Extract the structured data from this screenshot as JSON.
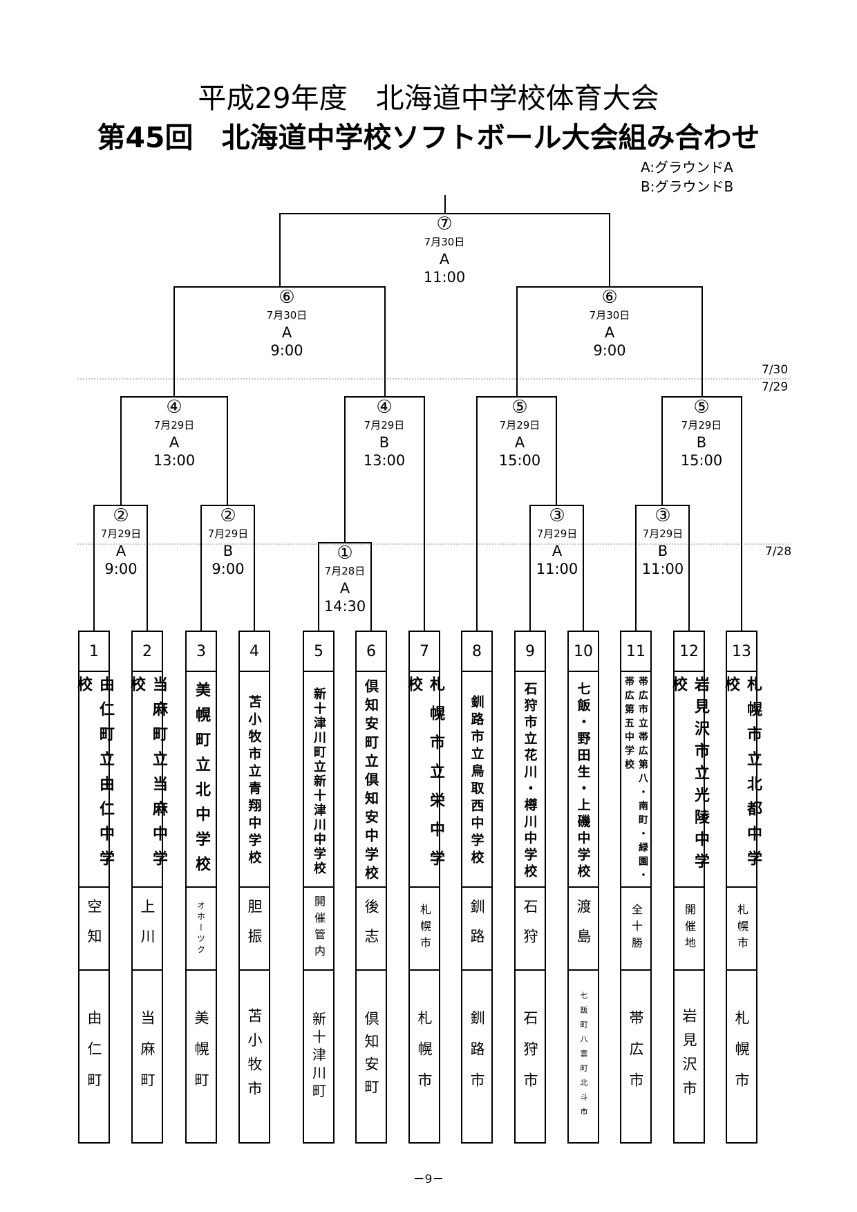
{
  "header": {
    "title_line1": "平成29年度　北海道中学校体育大会",
    "title_line2": "第45回　北海道中学校ソフトボール大会組み合わせ",
    "legend_a": "A:グラウンドA",
    "legend_b": "B:グラウンドB"
  },
  "day_labels": {
    "d730": "7/30",
    "d729": "7/29",
    "d728": "7/28"
  },
  "matches": [
    {
      "num": "①",
      "date": "7月28日",
      "ground": "A",
      "time": "14:30"
    },
    {
      "num": "②",
      "date": "7月29日",
      "ground": "A",
      "time": "9:00"
    },
    {
      "num": "②",
      "date": "7月29日",
      "ground": "B",
      "time": "9:00"
    },
    {
      "num": "③",
      "date": "7月29日",
      "ground": "A",
      "time": "11:00"
    },
    {
      "num": "③",
      "date": "7月29日",
      "ground": "B",
      "time": "11:00"
    },
    {
      "num": "④",
      "date": "7月29日",
      "ground": "A",
      "time": "13:00"
    },
    {
      "num": "④",
      "date": "7月29日",
      "ground": "B",
      "time": "13:00"
    },
    {
      "num": "⑤",
      "date": "7月29日",
      "ground": "A",
      "time": "15:00"
    },
    {
      "num": "⑤",
      "date": "7月29日",
      "ground": "B",
      "time": "15:00"
    },
    {
      "num": "⑥",
      "date": "7月30日",
      "ground": "A",
      "time": "9:00"
    },
    {
      "num": "⑥",
      "date": "7月30日",
      "ground": "A",
      "time": "9:00"
    },
    {
      "num": "⑦",
      "date": "7月30日",
      "ground": "A",
      "time": "11:00"
    }
  ],
  "teams": [
    {
      "no": "1",
      "name": "由仁町立由仁中学校",
      "region": "空知",
      "town": "由仁町"
    },
    {
      "no": "2",
      "name": "当麻町立当麻中学校",
      "region": "上川",
      "town": "当麻町"
    },
    {
      "no": "3",
      "name": "美幌町立北中学校",
      "region": "オホーツク",
      "town": "美幌町"
    },
    {
      "no": "4",
      "name": "苫小牧市立青翔中学校",
      "region": "胆振",
      "town": "苫小牧市"
    },
    {
      "no": "5",
      "name": "新十津川町立新十津川中学校",
      "region": "開催管内",
      "town": "新十津川町"
    },
    {
      "no": "6",
      "name": "倶知安町立倶知安中学校",
      "region": "後志",
      "town": "倶知安町"
    },
    {
      "no": "7",
      "name": "札幌市立栄中学校",
      "region": "札幌市",
      "town": "札幌市"
    },
    {
      "no": "8",
      "name": "釧路市立鳥取西中学校",
      "region": "釧路",
      "town": "釧路市"
    },
    {
      "no": "9",
      "name": "石狩市立花川・樽川中学校",
      "region": "石狩",
      "town": "石狩市"
    },
    {
      "no": "10",
      "name": "七飯・野田生・上磯中学校",
      "region": "渡島",
      "town": "七飯町八雲町北斗市"
    },
    {
      "no": "11",
      "name": "帯広市立帯広第八・南町・緑園・帯広第五中学校",
      "region": "全十勝",
      "town": "帯広市"
    },
    {
      "no": "12",
      "name": "岩見沢市立光陵中学校",
      "region": "開催地",
      "town": "岩見沢市"
    },
    {
      "no": "13",
      "name": "札幌市立北都中学校",
      "region": "札幌市",
      "town": "札幌市"
    }
  ],
  "footer": {
    "page": "－9－"
  }
}
